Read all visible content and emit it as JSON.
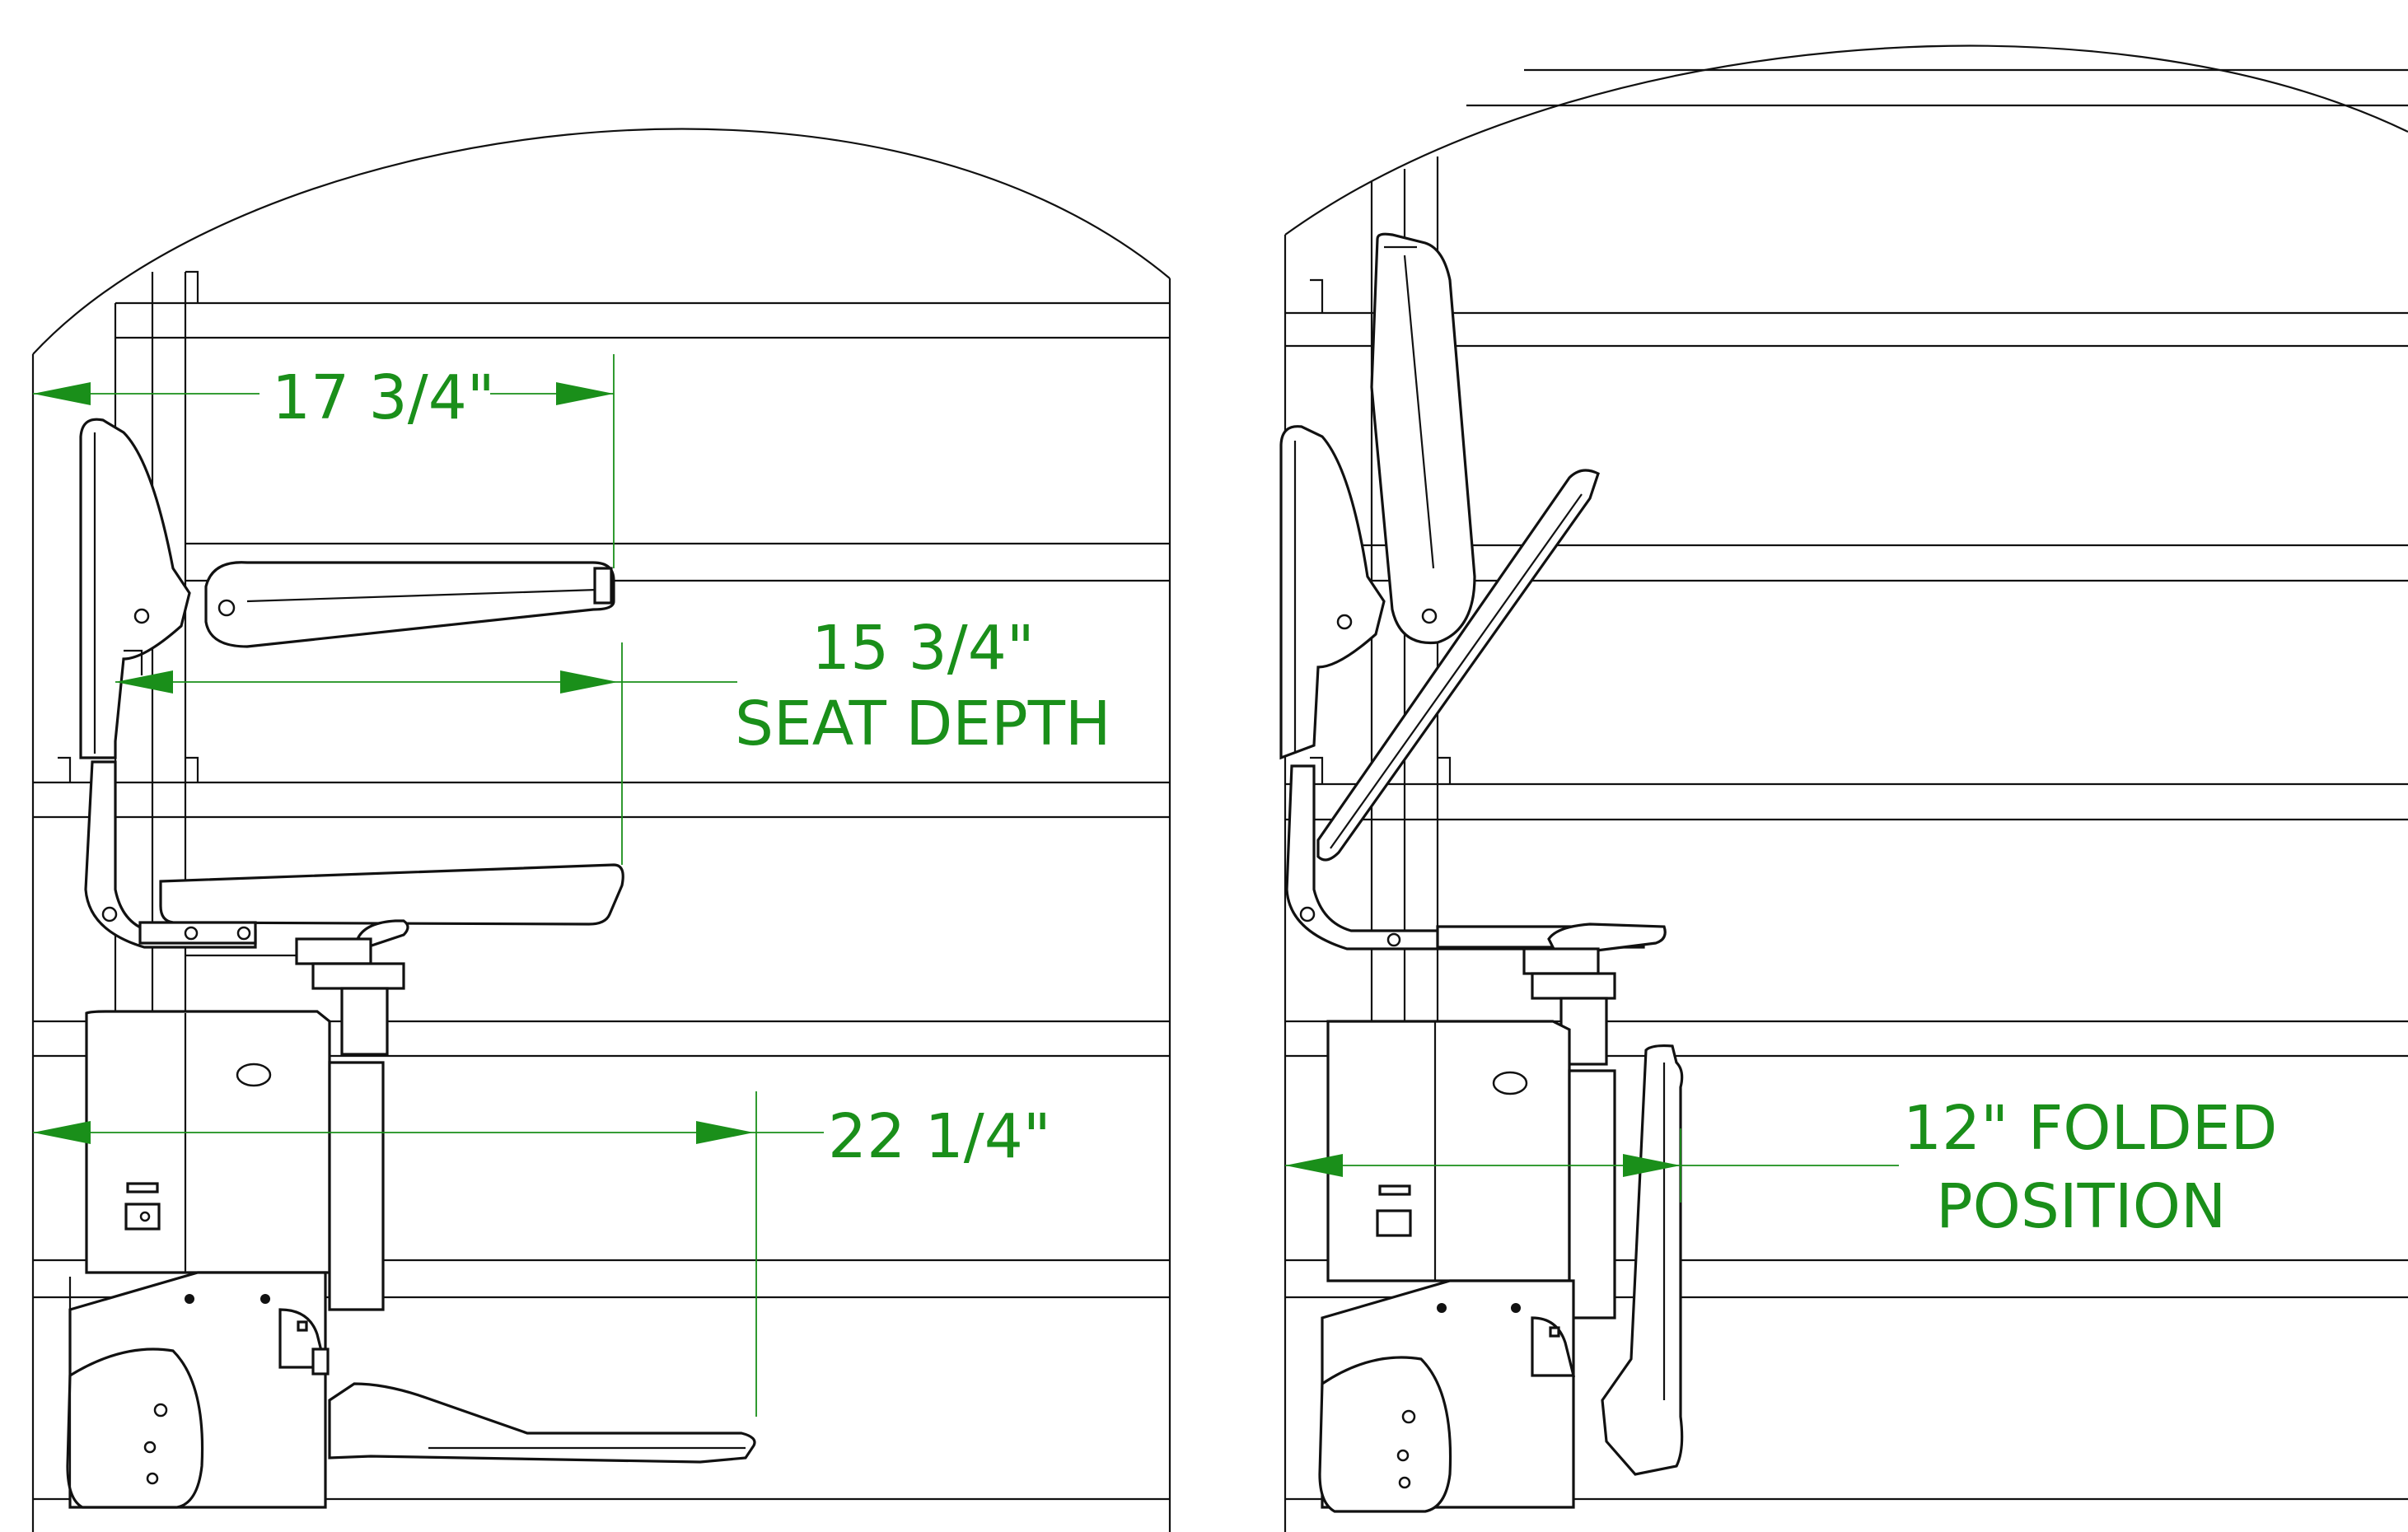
{
  "dimensions": {
    "arm_width": "17 3/4\"",
    "seat_depth_value": "15 3/4\"",
    "seat_depth_label": "SEAT DEPTH",
    "overall_depth": "22 1/4\"",
    "folded_value": "12\" FOLDED",
    "folded_label": "POSITION"
  },
  "colors": {
    "dimension": "#1a8f1a",
    "line": "#111111",
    "background": "#ffffff"
  }
}
